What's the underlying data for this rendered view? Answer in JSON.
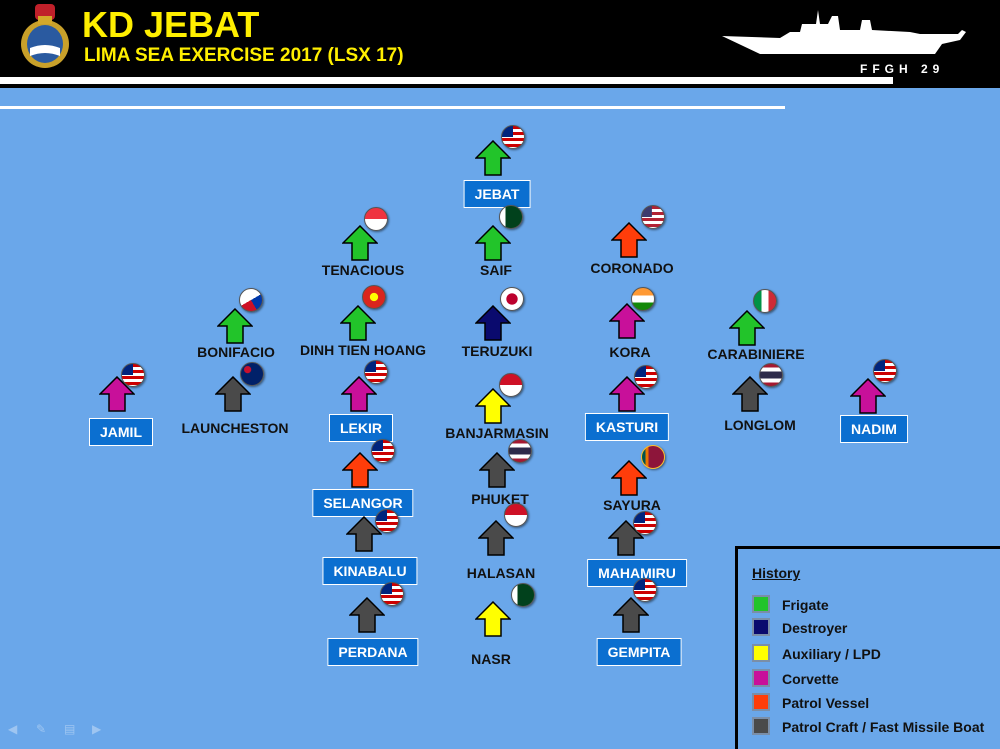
{
  "header": {
    "title": "KD JEBAT",
    "subtitle": "LIMA SEA EXERCISE 2017 (LSX 17)",
    "hull_number": "FFGH 29"
  },
  "colors": {
    "frigate": "#22c42a",
    "destroyer": "#0a0a6e",
    "auxiliary": "#ffff00",
    "corvette": "#c8109a",
    "patrol_vessel": "#ff3d0a",
    "patrol_craft": "#4a4a4a"
  },
  "ships": [
    {
      "name": "JEBAT",
      "type": "frigate",
      "flag": "malaysia-flag"
    },
    {
      "name": "TENACIOUS",
      "type": "frigate",
      "flag": "singapore-flag"
    },
    {
      "name": "SAIF",
      "type": "frigate",
      "flag": "pakistan-flag"
    },
    {
      "name": "CORONADO",
      "type": "patrol_vessel",
      "flag": "usa-flag"
    },
    {
      "name": "BONIFACIO",
      "type": "frigate",
      "flag": "philippines-flag"
    },
    {
      "name": "DINH TIEN HOANG",
      "type": "frigate",
      "flag": "vietnam-flag"
    },
    {
      "name": "TERUZUKI",
      "type": "destroyer",
      "flag": "japan-flag"
    },
    {
      "name": "KORA",
      "type": "corvette",
      "flag": "india-flag"
    },
    {
      "name": "CARABINIERE",
      "type": "frigate",
      "flag": "italy-flag"
    },
    {
      "name": "JAMIL",
      "type": "corvette",
      "flag": "malaysia-flag"
    },
    {
      "name": "LAUNCHESTON",
      "type": "patrol_craft",
      "flag": "australia-flag"
    },
    {
      "name": "LEKIR",
      "type": "corvette",
      "flag": "malaysia-flag"
    },
    {
      "name": "BANJARMASIN",
      "type": "auxiliary",
      "flag": "indonesia-flag"
    },
    {
      "name": "KASTURI",
      "type": "corvette",
      "flag": "malaysia-flag"
    },
    {
      "name": "LONGLOM",
      "type": "patrol_craft",
      "flag": "thailand-flag"
    },
    {
      "name": "NADIM",
      "type": "corvette",
      "flag": "malaysia-flag"
    },
    {
      "name": "SELANGOR",
      "type": "patrol_vessel",
      "flag": "malaysia-flag"
    },
    {
      "name": "PHUKET",
      "type": "patrol_craft",
      "flag": "thailand-flag"
    },
    {
      "name": "SAYURA",
      "type": "patrol_vessel",
      "flag": "sri-lanka-flag"
    },
    {
      "name": "KINABALU",
      "type": "patrol_craft",
      "flag": "malaysia-flag"
    },
    {
      "name": "HALASAN",
      "type": "patrol_craft",
      "flag": "indonesia-flag"
    },
    {
      "name": "MAHAMIRU",
      "type": "patrol_craft",
      "flag": "malaysia-flag"
    },
    {
      "name": "PERDANA",
      "type": "patrol_craft",
      "flag": "malaysia-flag"
    },
    {
      "name": "NASR",
      "type": "auxiliary",
      "flag": "pakistan-flag"
    },
    {
      "name": "GEMPITA",
      "type": "patrol_craft",
      "flag": "malaysia-flag"
    }
  ],
  "legend": {
    "title": "History",
    "items": [
      {
        "label": "Frigate",
        "color": "#22c42a"
      },
      {
        "label": "Destroyer",
        "color": "#0a0a6e"
      },
      {
        "label": "Auxiliary / LPD",
        "color": "#ffff00"
      },
      {
        "label": "Corvette",
        "color": "#c8109a"
      },
      {
        "label": "Patrol Vessel",
        "color": "#ff3d0a"
      },
      {
        "label": "Patrol Craft / Fast Missile Boat",
        "color": "#4a4a4a"
      }
    ]
  }
}
